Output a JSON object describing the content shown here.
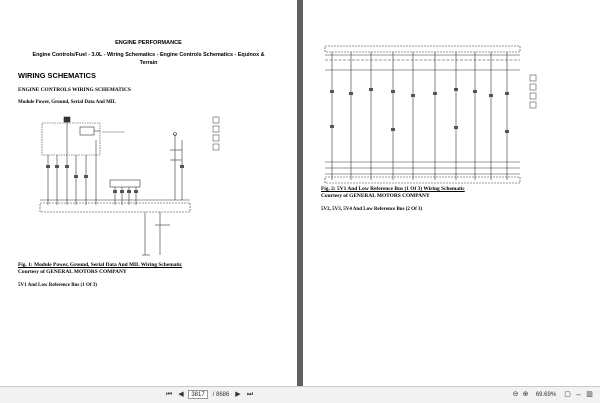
{
  "left_page": {
    "header": "ENGINE PERFORMANCE",
    "subheader_line1": "Engine Controls/Fuel - 3.0L - Wiring Schematics - Engine Controls Schematics - Equinox &",
    "subheader_line2": "Terrain",
    "section_title": "WIRING SCHEMATICS",
    "sub_title": "ENGINE CONTROLS WIRING SCHEMATICS",
    "item_label": "Module Power, Ground, Serial Data And MIL",
    "figure_caption": "Fig. 1: Module Power, Ground, Serial Data And MIL Wiring Schematic",
    "courtesy": "Courtesy of GENERAL MOTORS COMPANY",
    "next_label": "5V1 And Low Reference Bus (1 Of 3)"
  },
  "right_page": {
    "figure_caption": "Fig. 2: 5V1 And Low Reference Bus (1 Of 3) Wiring Schematic",
    "courtesy": "Courtesy of GENERAL MOTORS COMPANY",
    "next_label": "5V2, 5V3, 5V4 And Low Reference Bus (2 Of 3)"
  },
  "toolbar": {
    "first_icon": "first-page-icon",
    "prev_icon": "previous-page-icon",
    "current_page": "3817",
    "page_count": "/ 8686",
    "next_icon": "next-page-icon",
    "last_icon": "last-page-icon",
    "zoom": "69.69%"
  }
}
